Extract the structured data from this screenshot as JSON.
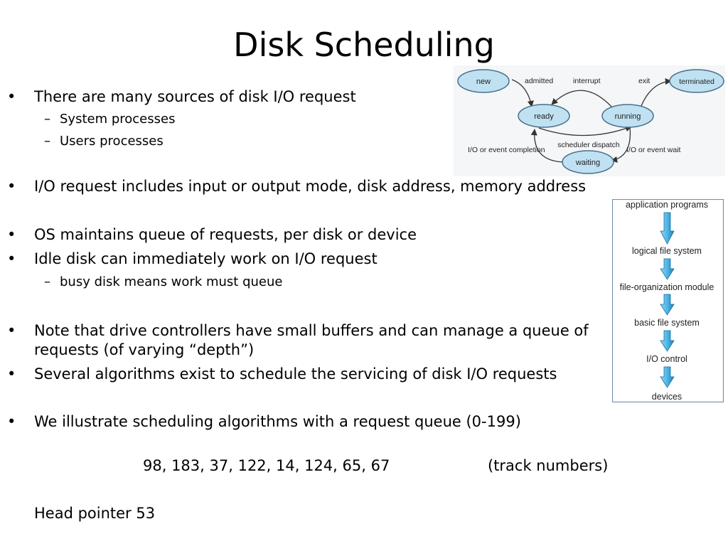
{
  "title": "Disk Scheduling",
  "bullets": [
    {
      "text": "There are many sources of disk I/O request",
      "subs": [
        "System processes",
        "Users processes"
      ]
    },
    {
      "text": "I/O request includes input or output mode, disk address, memory address"
    },
    {
      "text": "OS maintains queue of requests, per disk or device"
    },
    {
      "text": "Idle disk can immediately work on I/O request",
      "subs": [
        "busy disk means work must queue"
      ]
    },
    {
      "text_line1": "Note that drive controllers have small buffers and can manage a queue of",
      "text_line2": "requests (of varying “depth”)"
    },
    {
      "text": "Several algorithms exist to schedule the servicing of disk I/O requests"
    },
    {
      "text": "We illustrate scheduling algorithms with a request queue (0-199)"
    }
  ],
  "queue_values": "98, 183, 37, 122, 14, 124, 65, 67",
  "queue_note": "(track numbers)",
  "head_pointer": "Head pointer 53",
  "process_diagram": {
    "states": {
      "new": "new",
      "ready": "ready",
      "running": "running",
      "terminated": "terminated",
      "waiting": "waiting"
    },
    "transitions": {
      "admitted": "admitted",
      "interrupt": "interrupt",
      "exit": "exit",
      "scheduler_dispatch": "scheduler dispatch",
      "io_completion": "I/O or event completion",
      "io_wait": "I/O or event wait"
    }
  },
  "fs_layers": [
    "application programs",
    "logical file system",
    "file-organization module",
    "basic file system",
    "I/O control",
    "devices"
  ],
  "colors": {
    "state_fill": "#bfe1f2",
    "state_stroke": "#4a6f88",
    "arrow_fill": "#4fb6e6",
    "panel_border": "#6f8fb0"
  }
}
